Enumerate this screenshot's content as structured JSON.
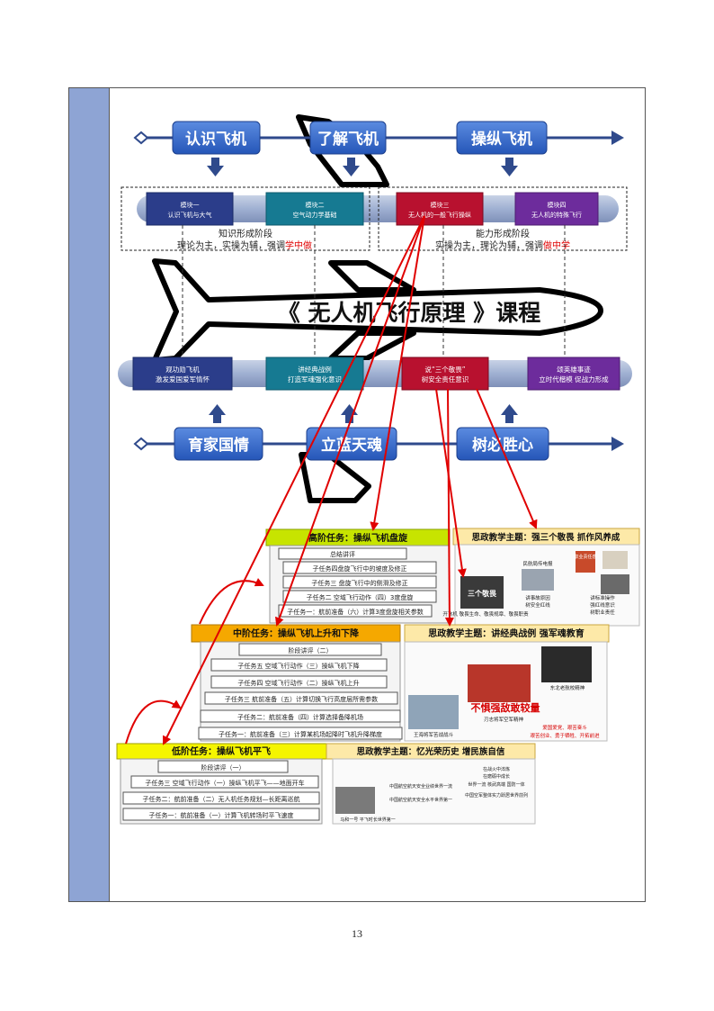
{
  "top_stages": [
    "认识飞机",
    "了解飞机",
    "操纵飞机"
  ],
  "bottom_stages": [
    "育家国情",
    "立蓝天魂",
    "树必胜心"
  ],
  "modules": [
    {
      "title": "模块一",
      "subtitle": "认识飞机与大气"
    },
    {
      "title": "模块二",
      "subtitle": "空气动力学基础"
    },
    {
      "title": "模块三",
      "subtitle": "无人机的一般飞行操纵"
    },
    {
      "title": "模块四",
      "subtitle": "无人机的特殊飞行"
    }
  ],
  "phases": [
    {
      "title": "知识形成阶段",
      "desc": "理论为主，实操为辅，强调",
      "emph": "学中做"
    },
    {
      "title": "能力形成阶段",
      "desc": "实操为主，理论为辅，强调",
      "emph": "做中学"
    }
  ],
  "course_title": "《 无人机飞行原理 》课程",
  "values": [
    {
      "l1": "观功勋飞机",
      "l2": "激发爱国爱军情怀"
    },
    {
      "l1": "讲经典战例",
      "l2": "打造军魂强化意识"
    },
    {
      "l1": "说“三个敬畏”",
      "l2": "树安全责任意识"
    },
    {
      "l1": "颂英雄事迹",
      "l2": "立时代楷模 促战力形成"
    }
  ],
  "high": {
    "header": "高阶任务：操纵飞机盘旋",
    "tasks": [
      "总结讲评",
      "子任务四盘旋飞行中的坡度及修正",
      "子任务三 盘旋飞行中的侧滑及修正",
      "子任务二 空域飞行动作（四）3度盘旋",
      "子任务一：航前准备（六）计算3度盘旋相关参数"
    ],
    "theme": "思政教学主题：强三个敬畏 抓作风养成",
    "texts": [
      "民航局传电报",
      "职业责任感",
      "三个敬畏",
      "开飞机 敬畏生命、敬畏规章、敬畏职责",
      "讲事故原因",
      "树安全红线",
      "讲标准操作",
      "强红线意识",
      "树职业责任"
    ]
  },
  "mid": {
    "header": "中阶任务：操纵飞机上升和下降",
    "tasks": [
      "阶段讲评（二）",
      "子任务五 空域飞行动作（三）操纵飞机下降",
      "子任务四 空域飞行动作（二）操纵飞机上升",
      "子任务三 航前准备（五）计算切换飞行高度层所需参数",
      "子任务二：航前准备（四）计算选择备降机场",
      "子任务一：航前准备（三）计算某机场起降时飞机升降梯度"
    ],
    "theme": "思政教学主题：讲经典战例 强军魂教育",
    "texts": [
      "东北老航校精神",
      "不惧强敌敢较量",
      "王海将军苦战战斗",
      "刃志将军空军精神",
      "爱国爱党、艰苦奋斗",
      "艰苦创业、勇于牺牲、开拓前进"
    ]
  },
  "low": {
    "header": "低阶任务：操纵飞机平飞",
    "tasks": [
      "阶段讲评（一）",
      "子任务三 空域飞行动作（一）操纵飞机平飞——地面开车",
      "子任务二：航前准备（二）无人机任务规划—长距离巡航",
      "子任务一：航前准备（一）计算飞机转场时平飞速度"
    ],
    "theme": "思政教学主题：忆光荣历史 增民族自信",
    "texts": [
      "在战火中淬炼",
      "在磨砺中成长",
      "世界一流 核武高端 国防一体",
      "中国航空航天安全水平世界第一",
      "中国空军整体实力跃居世界前列",
      "中国航空航天安全业绩世界一流",
      "马和一号 平飞时长世界第一"
    ]
  },
  "page_number": "13"
}
